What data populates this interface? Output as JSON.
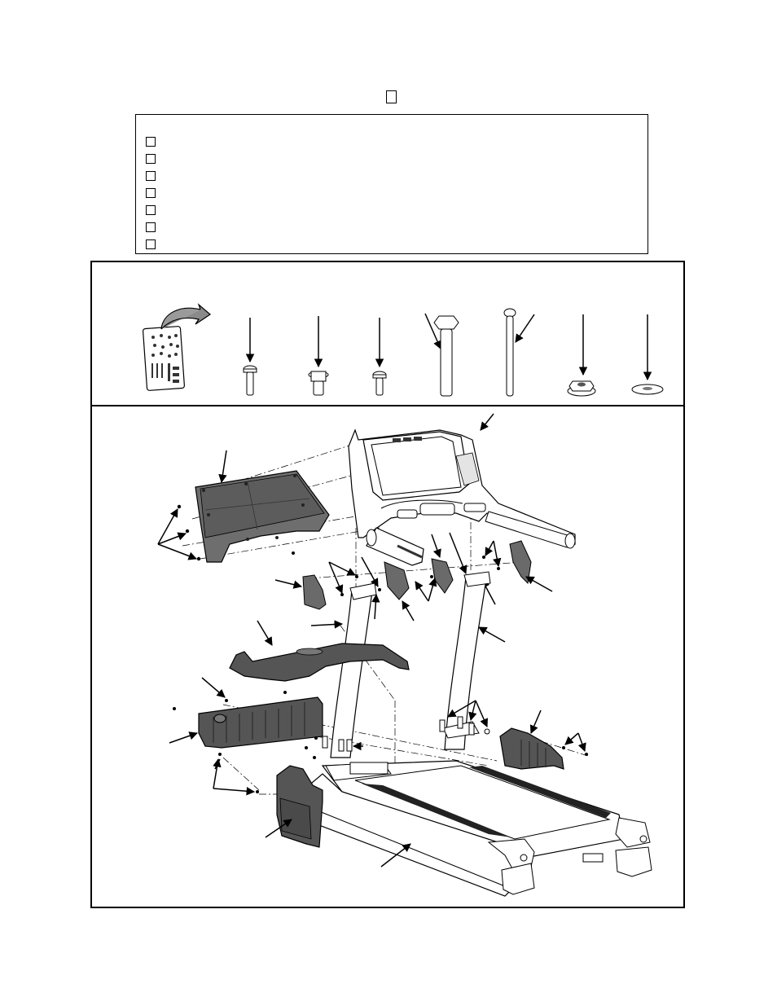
{
  "step": {
    "number": ""
  },
  "checklist": {
    "items": [
      {
        "label": "",
        "checked": false
      },
      {
        "label": "",
        "checked": false
      },
      {
        "label": "",
        "checked": false
      },
      {
        "label": "",
        "checked": false
      },
      {
        "label": "",
        "checked": false
      },
      {
        "label": "",
        "checked": false
      },
      {
        "label": "",
        "checked": false
      }
    ]
  },
  "hardware_kit": {
    "items": [
      {
        "icon": "hardware-bag-icon"
      },
      {
        "icon": "button-head-screw-icon"
      },
      {
        "icon": "flange-head-bolt-icon"
      },
      {
        "icon": "short-button-screw-icon"
      },
      {
        "icon": "hex-bolt-icon"
      },
      {
        "icon": "long-carriage-bolt-icon"
      },
      {
        "icon": "flange-nut-icon"
      },
      {
        "icon": "flat-washer-icon"
      }
    ]
  },
  "diagram": {
    "parts": [
      "console-assembly",
      "console-rear-cover",
      "upright-tube-left",
      "upright-tube-right",
      "motor-hood",
      "front-base-cover",
      "left-side-cover",
      "right-side-cover",
      "treadmill-base"
    ]
  }
}
